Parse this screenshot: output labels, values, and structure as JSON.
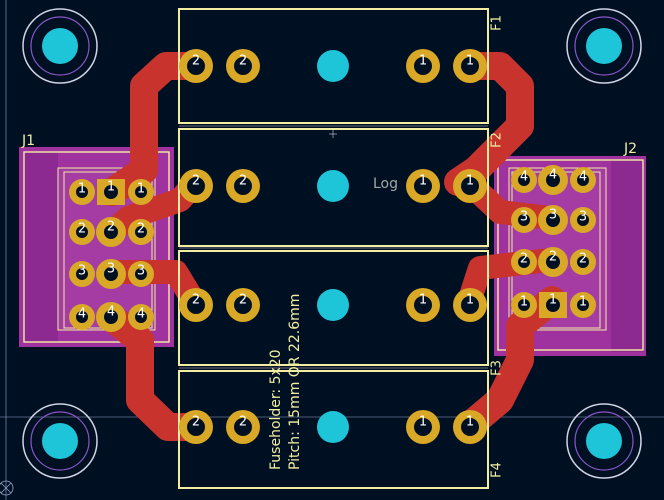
{
  "designators": {
    "f1": "F1",
    "f2": "F2",
    "f3": "F3",
    "f4": "F4",
    "j1": "J1",
    "j2": "J2"
  },
  "fab_text": {
    "line1": "Fuseholder: 5x20",
    "line2": "Pitch: 15mm OR 22.6mm",
    "logo_partial": "Log"
  },
  "pad_labels": {
    "fuse_left": "2",
    "fuse_right": "1",
    "j_pins": [
      "1",
      "2",
      "3",
      "4"
    ]
  },
  "colors": {
    "background": "#001023",
    "copper": "#c8332e",
    "pad": "#d9a826",
    "silkscreen": "#f2eda1",
    "connector_fill": "#a032a0",
    "mounting_hole": "#1ec4d8"
  }
}
